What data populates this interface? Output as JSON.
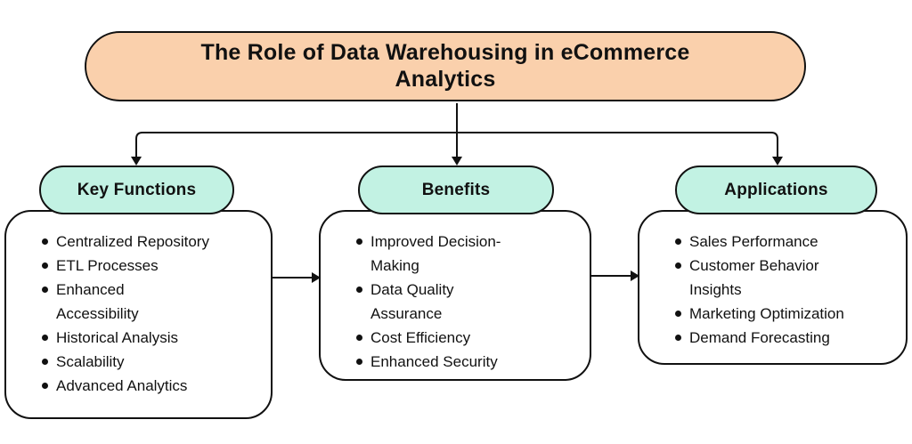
{
  "title": "The Role of Data Warehousing in eCommerce Analytics",
  "colors": {
    "canvas": "#FFFFFF",
    "title_fill": "#FAD0AC",
    "header_fill": "#C2F2E3",
    "border": "#111111",
    "text": "#111111"
  },
  "columns": [
    {
      "id": "key-functions",
      "header": "Key Functions",
      "items": [
        "Centralized Repository",
        "ETL Processes",
        "Enhanced\nAccessibility",
        "Historical Analysis",
        "Scalability",
        "Advanced Analytics"
      ]
    },
    {
      "id": "benefits",
      "header": "Benefits",
      "items": [
        "Improved Decision-\nMaking",
        "Data Quality\nAssurance",
        "Cost Efficiency",
        "Enhanced Security"
      ]
    },
    {
      "id": "applications",
      "header": "Applications",
      "items": [
        "Sales Performance",
        "Customer Behavior\nInsights",
        "Marketing Optimization",
        "Demand Forecasting"
      ]
    }
  ]
}
